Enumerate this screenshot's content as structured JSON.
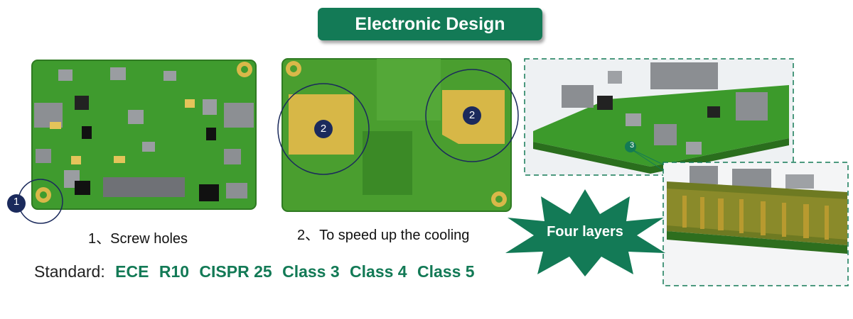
{
  "title": "Electronic Design",
  "captions": {
    "screw_holes": "1、Screw holes",
    "cooling": "2、To speed up the cooling"
  },
  "burst_label": "Four layers",
  "markers": {
    "one": "1",
    "two": "2",
    "three": "3"
  },
  "standard": {
    "label": "Standard:",
    "items": [
      "ECE",
      "R10",
      "CISPR 25",
      "Class 3",
      "Class 4",
      "Class 5"
    ]
  },
  "colors": {
    "accent_green": "#137a56",
    "marker_navy": "#1b2a5c",
    "pcb_green": "#3e9a2c",
    "copper_pad": "#d8b84a"
  }
}
